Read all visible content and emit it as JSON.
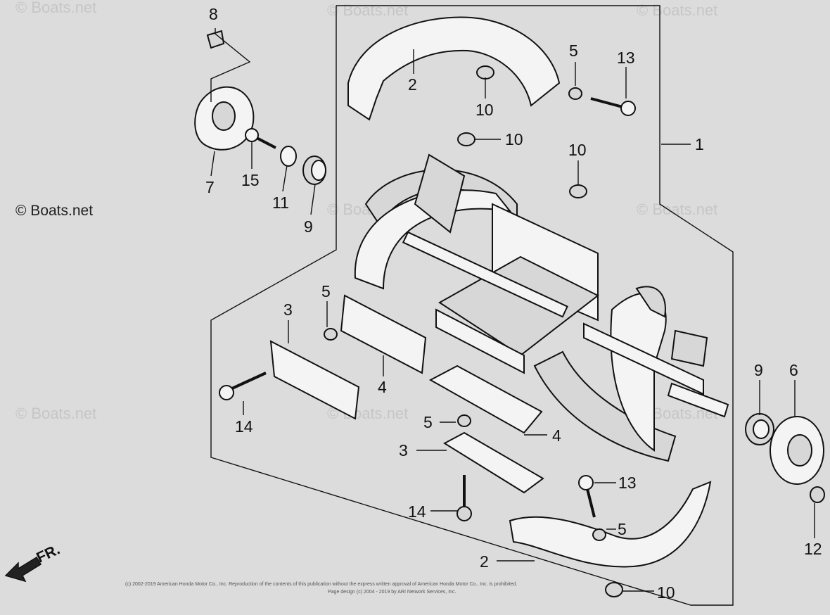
{
  "watermarks": {
    "brand": "© Boats.net",
    "copyright_line": "(c) 2002-2019 American Honda Motor Co., Inc. Reproduction of the contents of this publication without the express written approval of American Honda Motor Co., Inc. is prohibited.",
    "design_line": "Page design (c) 2004 - 2019 by ARI Network Services, Inc."
  },
  "direction_label": "FR.",
  "callouts": {
    "c1": "1",
    "c2_top": "2",
    "c2_bottom": "2",
    "c3_left": "3",
    "c3_mid": "3",
    "c4_left": "4",
    "c4_right": "4",
    "c5_top": "5",
    "c5_left": "5",
    "c5_mid": "5",
    "c5_bottom": "5",
    "c6": "6",
    "c7": "7",
    "c8": "8",
    "c9_left": "9",
    "c9_right": "9",
    "c10_a": "10",
    "c10_b": "10",
    "c10_c": "10",
    "c10_bottom": "10",
    "c11": "11",
    "c12": "12",
    "c13_top": "13",
    "c13_bottom": "13",
    "c14_left": "14",
    "c14_bottom": "14",
    "c15": "15"
  }
}
